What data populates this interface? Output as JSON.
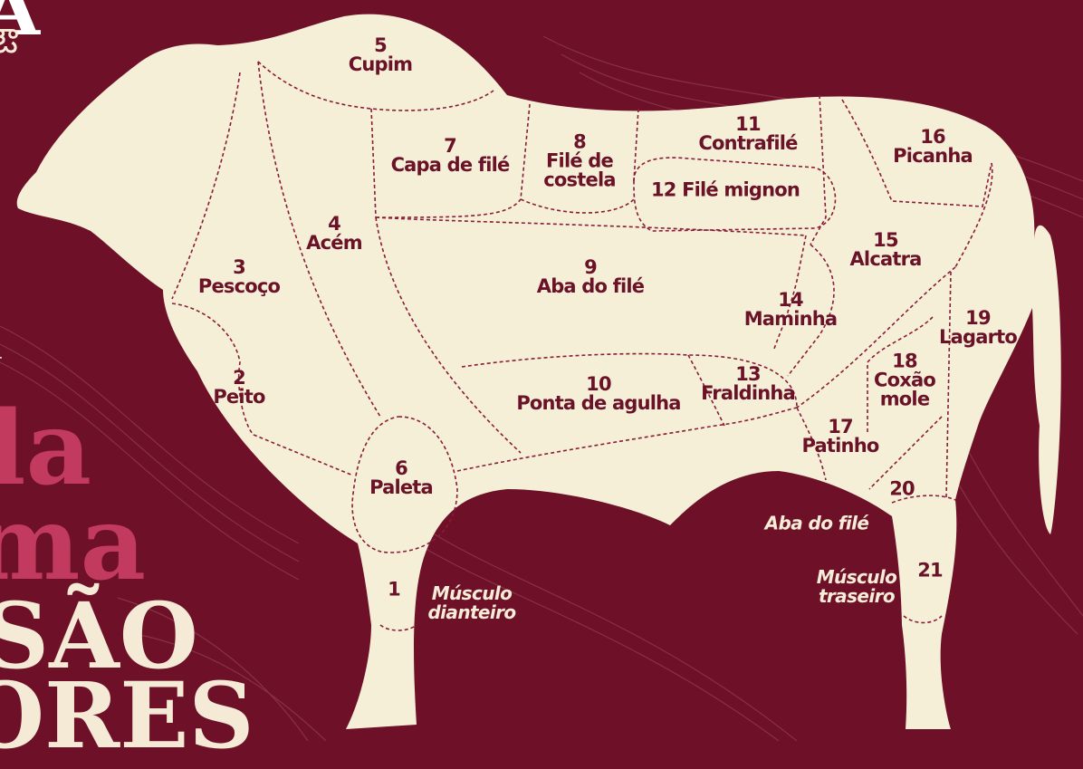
{
  "header": {
    "title_lines": [
      "A",
      "la",
      "ma",
      "SÃO",
      "ORES"
    ]
  },
  "colors": {
    "background": "#6e1028",
    "cow_fill": "#f6efd8",
    "cut_text": "#6a1228",
    "accent_pink": "#c23a5e"
  },
  "cuts": [
    {
      "num": "5",
      "name": "Cupim"
    },
    {
      "num": "7",
      "name": "Capa de filé"
    },
    {
      "num": "8",
      "name": "Filé de\ncostela"
    },
    {
      "num": "11",
      "name": "Contrafilé"
    },
    {
      "num": "16",
      "name": "Picanha"
    },
    {
      "num": "",
      "name": "12 Filé mignon"
    },
    {
      "num": "4",
      "name": "Acém"
    },
    {
      "num": "3",
      "name": "Pescoço"
    },
    {
      "num": "9",
      "name": "Aba do filé"
    },
    {
      "num": "15",
      "name": "Alcatra"
    },
    {
      "num": "14",
      "name": "Maminha"
    },
    {
      "num": "19",
      "name": "Lagarto"
    },
    {
      "num": "18",
      "name": "Coxão\nmole"
    },
    {
      "num": "2",
      "name": "Peito"
    },
    {
      "num": "10",
      "name": "Ponta de agulha"
    },
    {
      "num": "13",
      "name": "Fraldinha"
    },
    {
      "num": "17",
      "name": "Patinho"
    },
    {
      "num": "6",
      "name": "Paleta"
    },
    {
      "num": "",
      "name": "20"
    },
    {
      "num": "",
      "name": "1"
    },
    {
      "num": "",
      "name": "21"
    }
  ],
  "outside_labels": [
    {
      "text": "Músculo\ndianteiro"
    },
    {
      "text": "Aba do filé"
    },
    {
      "text": "Músculo\ntraseiro"
    }
  ]
}
